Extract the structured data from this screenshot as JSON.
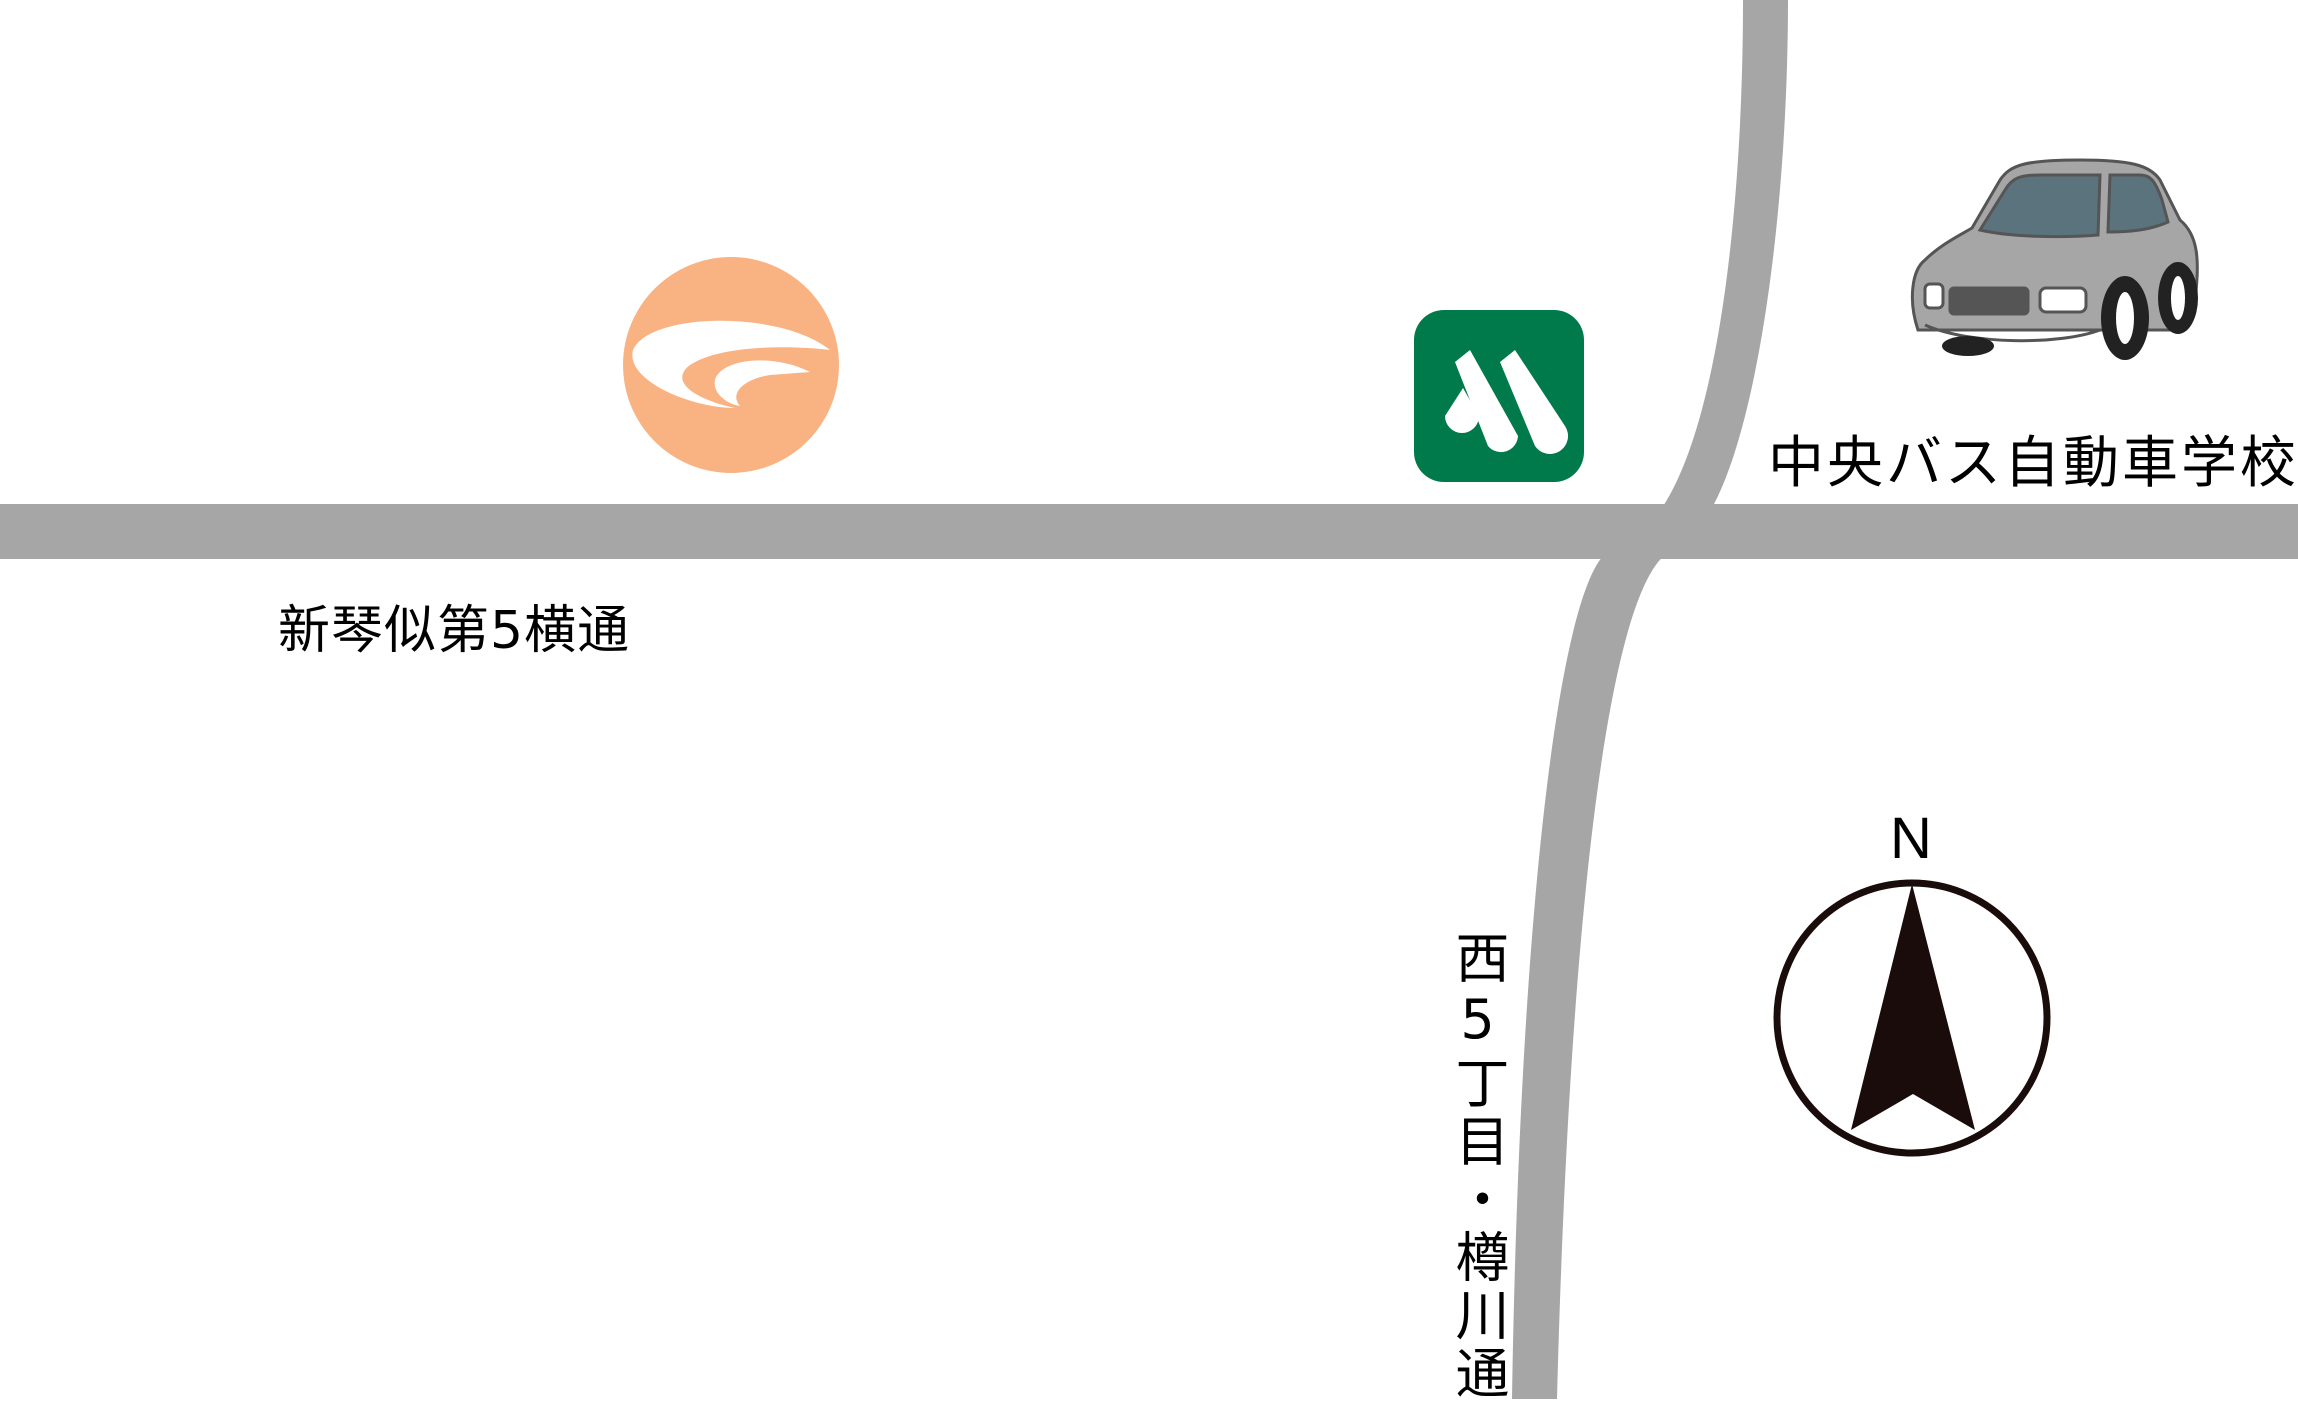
{
  "labels": {
    "school": "中央バス自動車学校",
    "road_horizontal": "新琴似第5横通",
    "road_vertical": "西5丁目・樽川通",
    "north": "N"
  },
  "landmarks": [
    {
      "name": "orange-circle-logo",
      "color": "#F9B382"
    },
    {
      "name": "mos-burger-logo",
      "color": "#007A4A"
    },
    {
      "name": "car-icon",
      "color": "#A3A3A3"
    }
  ],
  "colors": {
    "road": "#A6A6A6",
    "compass": "#1A0C0A"
  }
}
